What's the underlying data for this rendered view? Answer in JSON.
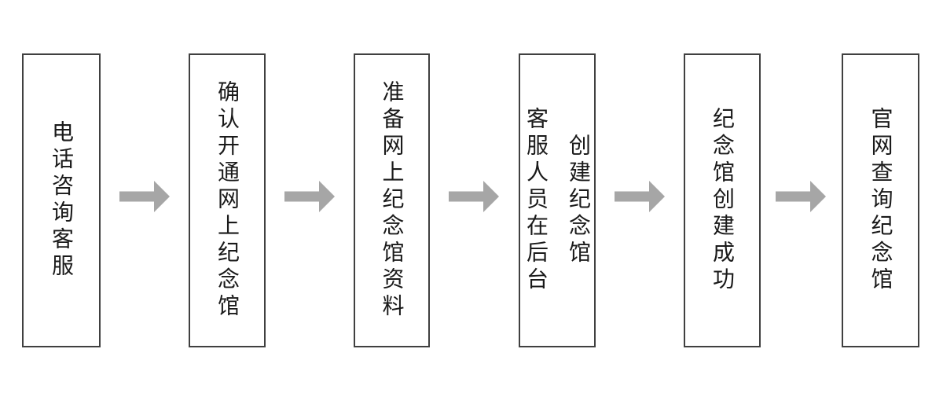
{
  "colors": {
    "background": "#ffffff",
    "box_border": "#404040",
    "box_fill": "#ffffff",
    "arrow": "#a6a6a6",
    "text": "#1a1a1a"
  },
  "flowchart": {
    "type": "process-flow",
    "direction": "left-to-right",
    "text_orientation": "vertical",
    "steps": [
      {
        "lines": [
          "电话咨询客服"
        ]
      },
      {
        "lines": [
          "确认开通网上纪念馆"
        ]
      },
      {
        "lines": [
          "准备网上纪念馆资料"
        ]
      },
      {
        "lines": [
          "客服人员在后台",
          "创建纪念馆"
        ]
      },
      {
        "lines": [
          "纪念馆创建成功"
        ]
      },
      {
        "lines": [
          "官网查询纪念馆"
        ]
      }
    ]
  }
}
